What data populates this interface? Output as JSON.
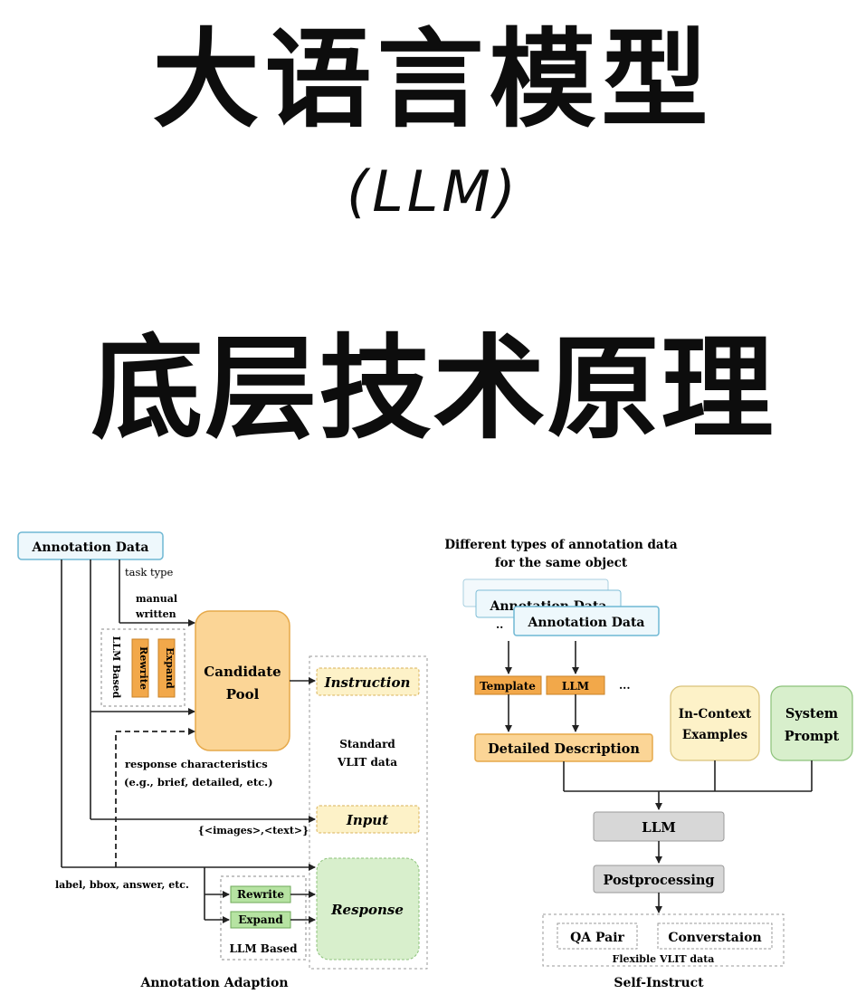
{
  "title": {
    "line1": "大语言模型",
    "line2": "(LLM)",
    "line3": "底层技术原理"
  },
  "left": {
    "annotation_data": "Annotation Data",
    "task_type": "task type",
    "manual": "manual",
    "written": "written",
    "llm_based_vertical": "LLM Based",
    "rewrite_v": "Rewrite",
    "expand_v": "Expand",
    "candidate_1": "Candidate",
    "candidate_2": "Pool",
    "instruction": "Instruction",
    "standard_1": "Standard",
    "standard_2": "VLIT data",
    "resp_char_1": "response characteristics",
    "resp_char_2": "(e.g., brief, detailed, etc.)",
    "input": "Input",
    "images_text": "{<images>,<text>}",
    "label_bbox": "label, bbox, answer, etc.",
    "rewrite": "Rewrite",
    "expand": "Expand",
    "llm_based": "LLM Based",
    "response": "Response",
    "caption": "Annotation Adaption"
  },
  "right": {
    "header_1": "Different types of annotation data",
    "header_2": "for the same object",
    "annotation_data_back": "Annotation Data",
    "annotation_data": "Annotation Data",
    "ellipsis_small": "..",
    "template": "Template",
    "llm_small": "LLM",
    "ellipsis": "...",
    "in_context_1": "In-Context",
    "in_context_2": "Examples",
    "system_1": "System",
    "system_2": "Prompt",
    "detailed": "Detailed Description",
    "llm": "LLM",
    "post": "Postprocessing",
    "qa": "QA Pair",
    "conv": "Converstaion",
    "flexible": "Flexible VLIT data",
    "caption": "Self-Instruct"
  },
  "colors": {
    "annotation_fill": "#eef8fc",
    "orange_dark": "#f2a84a",
    "orange_light": "#fbd596",
    "yellow_light": "#fdf2c8",
    "green": "#b6e3a2",
    "green_light": "#d8efcc",
    "gray": "#d7d7d7"
  }
}
